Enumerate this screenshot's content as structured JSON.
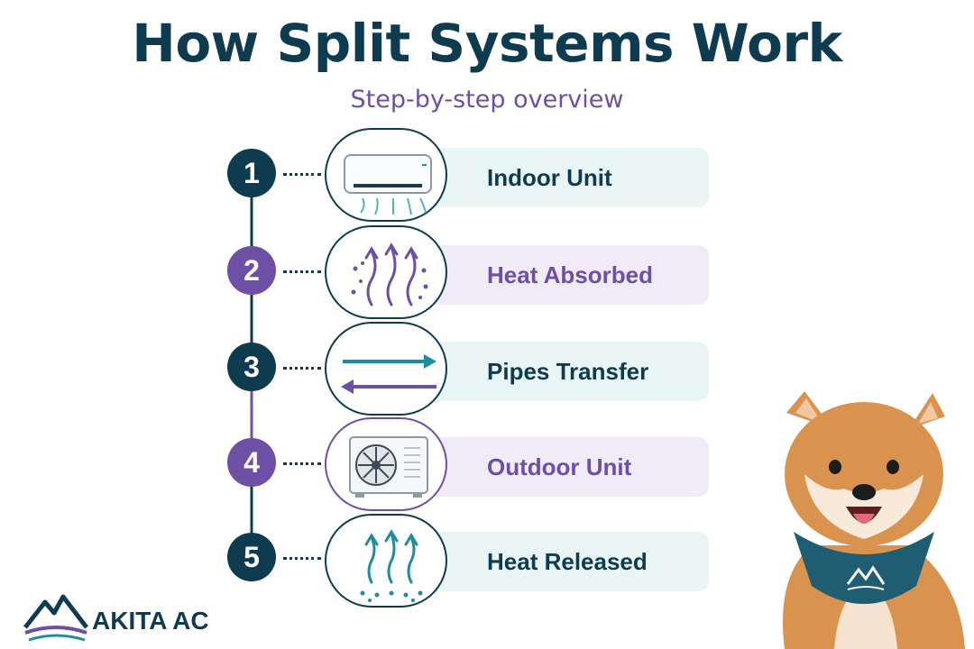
{
  "title": "How Split Systems Work",
  "subtitle": "Step-by-step overview",
  "colors": {
    "navy": "#0f3b50",
    "purple": "#6e4fa6",
    "teal": "#1f8da0",
    "teal_card": "#e9f5f5",
    "purple_card": "#f1ebf8"
  },
  "steps": [
    {
      "number": "1",
      "label": "Indoor Unit",
      "icon": "indoor-ac-unit-icon",
      "theme": "navy"
    },
    {
      "number": "2",
      "label": "Heat Absorbed",
      "icon": "heat-absorbed-icon",
      "theme": "purple"
    },
    {
      "number": "3",
      "label": "Pipes Transfer",
      "icon": "pipes-transfer-icon",
      "theme": "navy"
    },
    {
      "number": "4",
      "label": "Outdoor Unit",
      "icon": "outdoor-unit-icon",
      "theme": "purple"
    },
    {
      "number": "5",
      "label": "Heat Released",
      "icon": "heat-released-icon",
      "theme": "navy"
    }
  ],
  "logo": {
    "text": "AKITA AC",
    "icon": "mountain-logo-icon"
  },
  "mascot": {
    "icon": "akita-dog-mascot-icon"
  }
}
